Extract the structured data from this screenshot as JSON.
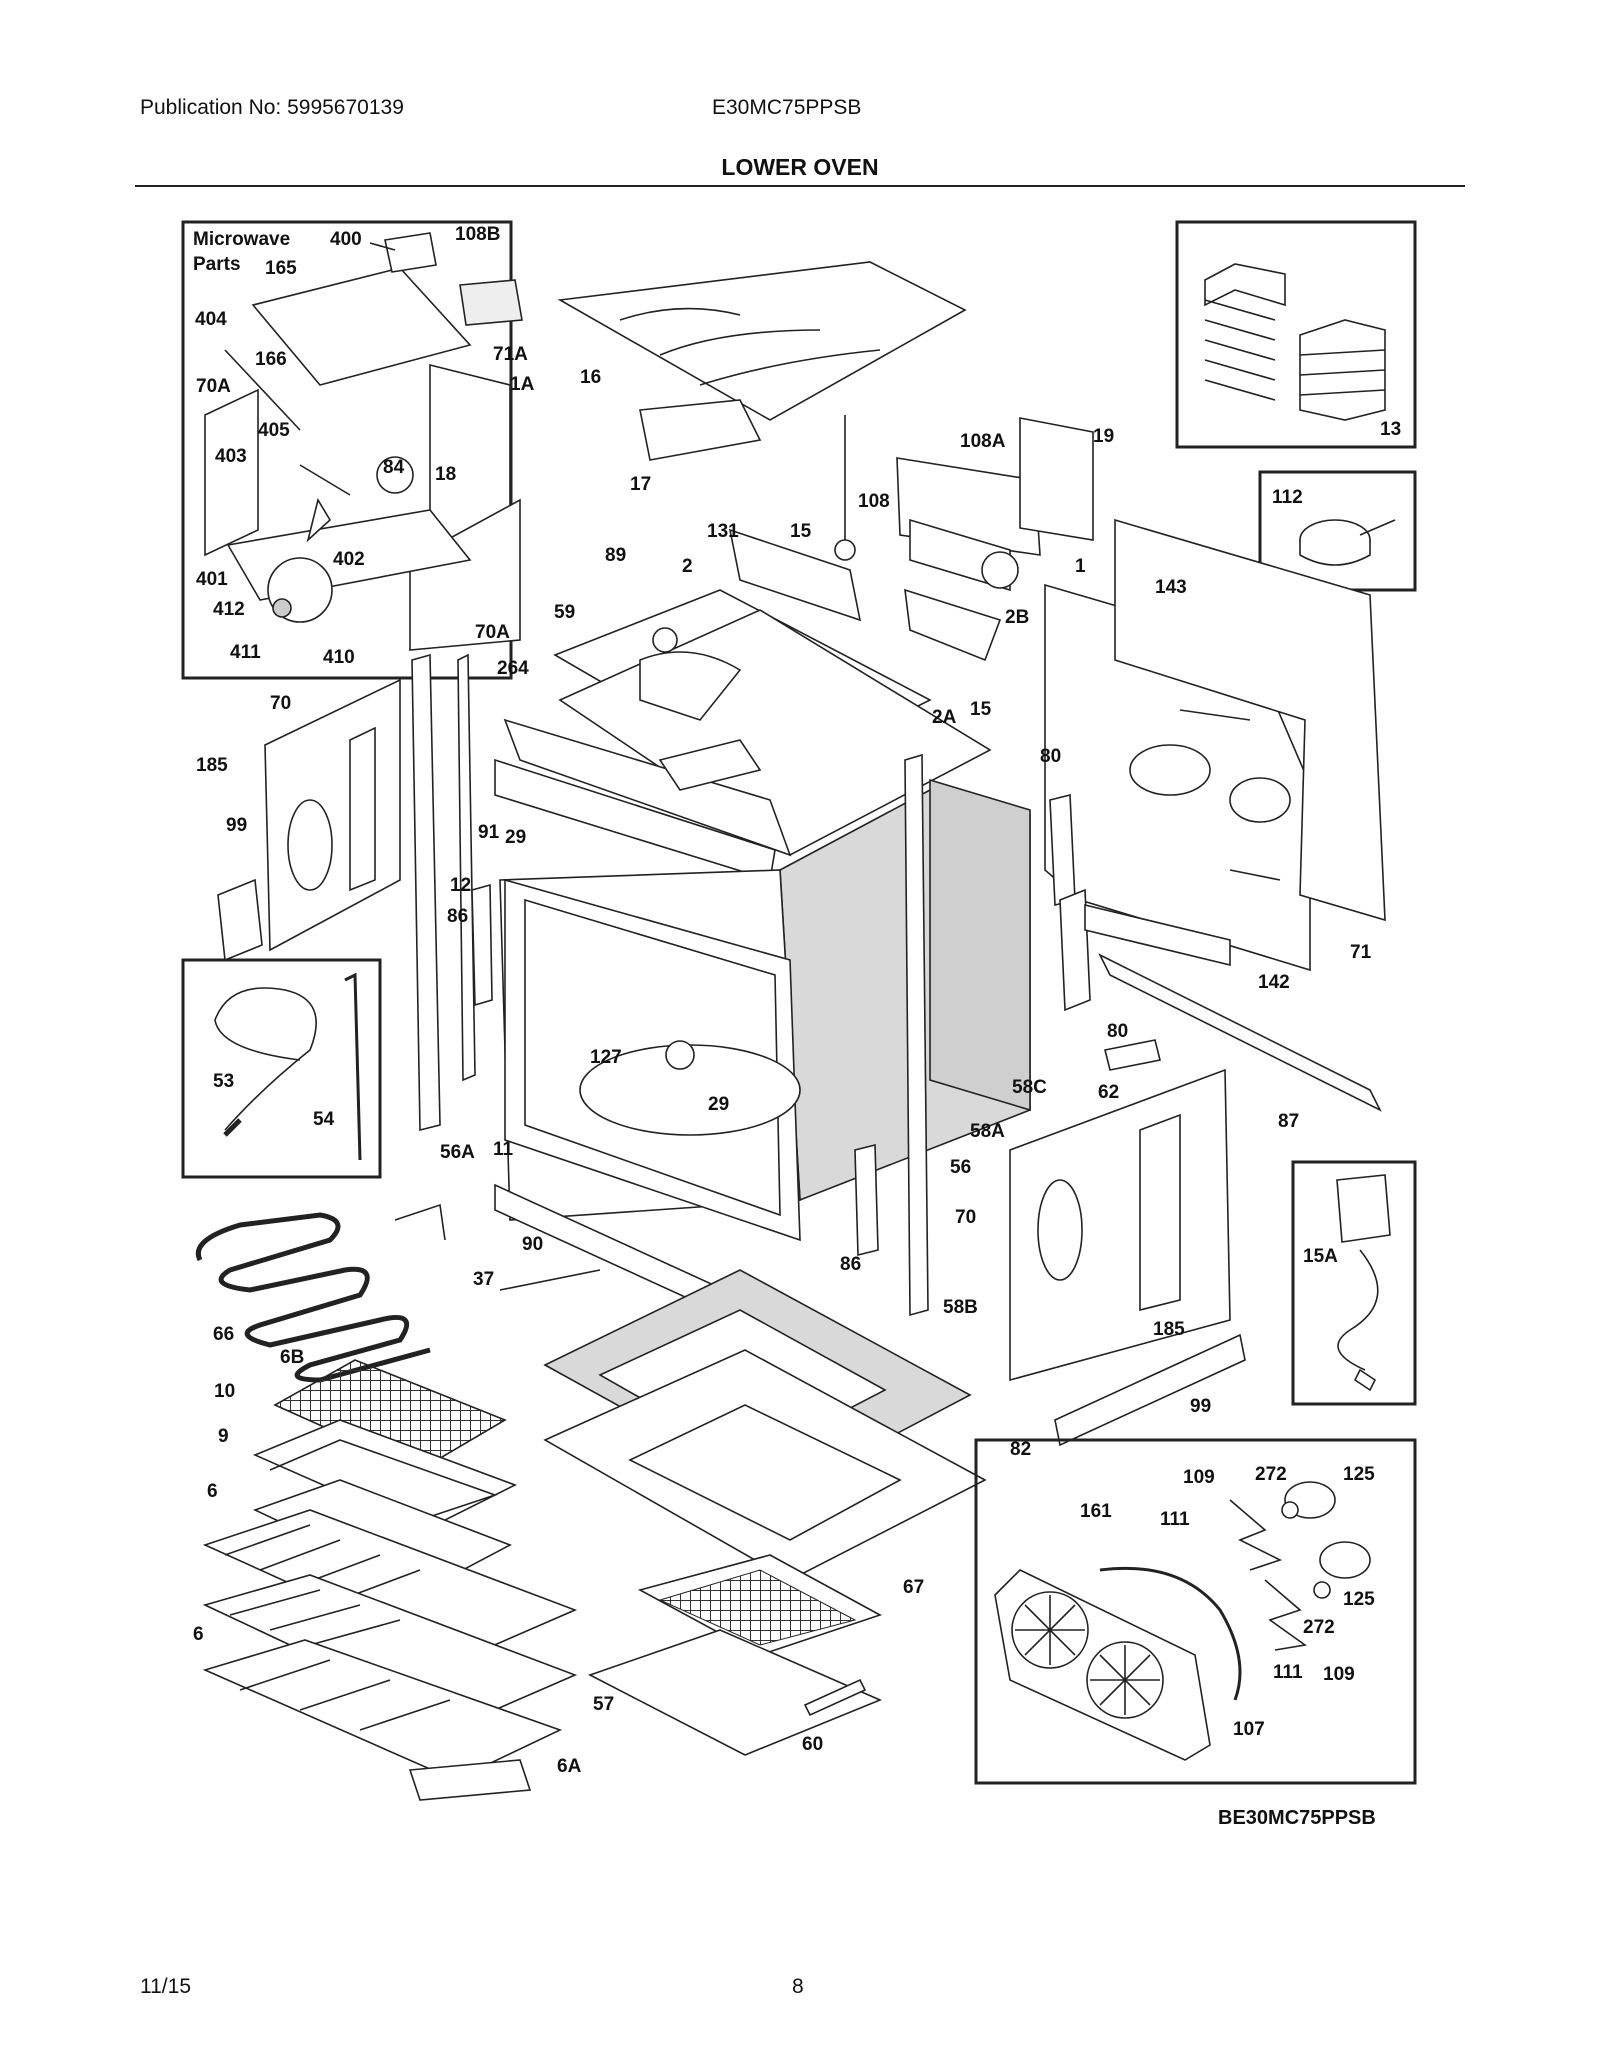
{
  "header": {
    "publication": "Publication No: 5995670139",
    "model": "E30MC75PPSB",
    "title": "LOWER OVEN"
  },
  "diagram": {
    "code": "BE30MC75PPSB",
    "insets": {
      "microwave_title_line1": "Microwave",
      "microwave_title_line2": "Parts"
    },
    "callouts": {
      "c400": "400",
      "c108B": "108B",
      "c165": "165",
      "c404": "404",
      "c166": "166",
      "c71A": "71A",
      "c1A": "1A",
      "c70A_top": "70A",
      "c405": "405",
      "c84": "84",
      "c18": "18",
      "c403": "403",
      "c402": "402",
      "c401": "401",
      "c412": "412",
      "c411": "411",
      "c410": "410",
      "c70A_bot": "70A",
      "c16": "16",
      "c17": "17",
      "c108A": "108A",
      "c19": "19",
      "c13": "13",
      "c112": "112",
      "c108": "108",
      "c15_top": "15",
      "c131": "131",
      "c89": "89",
      "c2": "2",
      "c1": "1",
      "c143": "143",
      "c2B": "2B",
      "c59": "59",
      "c264": "264",
      "c70_left": "70",
      "c185_left": "185",
      "c2A": "2A",
      "c15_mid": "15",
      "c80_top": "80",
      "c99_left": "99",
      "c91": "91",
      "c29_top": "29",
      "c12": "12",
      "c86_left": "86",
      "c71": "71",
      "c142": "142",
      "c80_bot": "80",
      "c127": "127",
      "c29_mid": "29",
      "c53": "53",
      "c58C": "58C",
      "c62": "62",
      "c54": "54",
      "c56A": "56A",
      "c11": "11",
      "c58A": "58A",
      "c87": "87",
      "c56": "56",
      "c15A": "15A",
      "c90": "90",
      "c70_right": "70",
      "c86_right": "86",
      "c37": "37",
      "c66": "66",
      "c58B": "58B",
      "c185_right": "185",
      "c6B": "6B",
      "c99_right": "99",
      "c10": "10",
      "c9": "9",
      "c82": "82",
      "c109_top": "109",
      "c272_top": "272",
      "c125_top": "125",
      "c6_top": "6",
      "c161": "161",
      "c111_top": "111",
      "c125_bot": "125",
      "c67": "67",
      "c272_bot": "272",
      "c6_bot": "6",
      "c111_bot": "111",
      "c109_bot": "109",
      "c57": "57",
      "c107": "107",
      "c60": "60",
      "c6A": "6A"
    }
  },
  "footer": {
    "date": "11/15",
    "page": "8"
  }
}
